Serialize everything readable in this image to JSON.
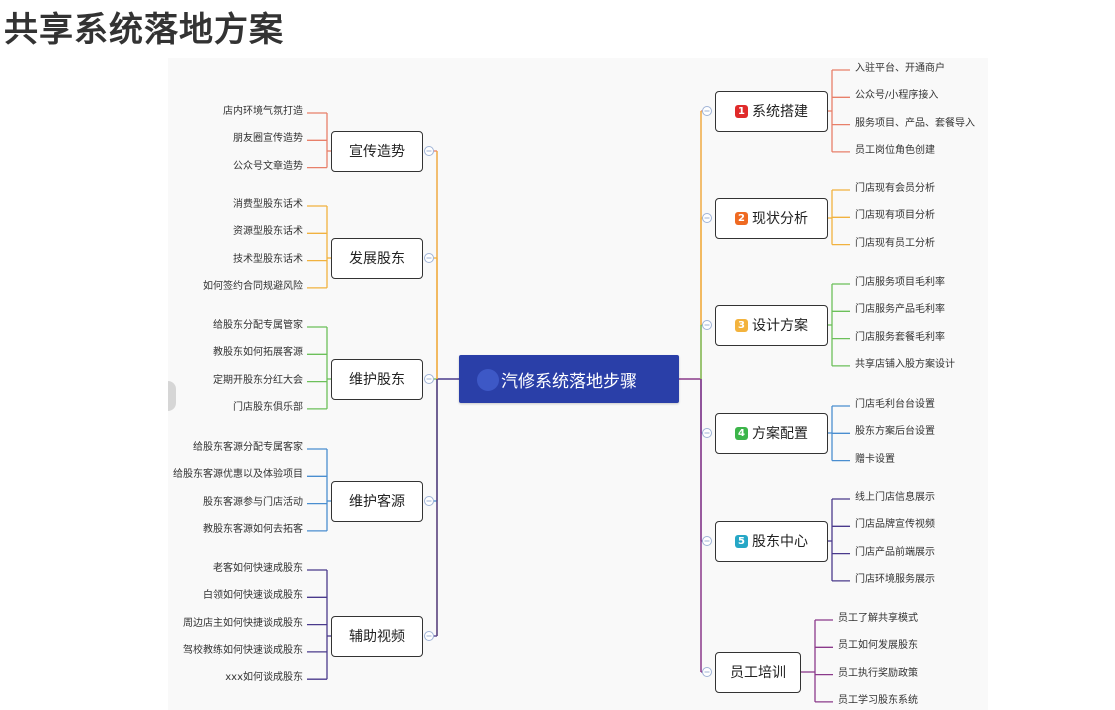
{
  "page_title": "共享系统落地方案",
  "root": {
    "label": "汽修系统落地步骤"
  },
  "left_branches": [
    {
      "label": "宣传造势",
      "color": "#e8806a",
      "children": [
        "店内环境气氛打造",
        "朋友圈宣传造势",
        "公众号文章造势"
      ]
    },
    {
      "label": "发展股东",
      "color": "#f1b23f",
      "children": [
        "消费型股东话术",
        "资源型股东话术",
        "技术型股东话术",
        "如何签约合同规避风险"
      ]
    },
    {
      "label": "维护股东",
      "color": "#6cc05a",
      "children": [
        "给股东分配专属管家",
        "教股东如何拓展客源",
        "定期开股东分红大会",
        "门店股东俱乐部"
      ]
    },
    {
      "label": "维护客源",
      "color": "#4a8ed0",
      "children": [
        "给股东客源分配专属客家",
        "给股东客源优惠以及体验项目",
        "股东客源参与门店活动",
        "教股东客源如何去拓客"
      ]
    },
    {
      "label": "辅助视频",
      "color": "#4a3a8c",
      "children": [
        "老客如何快速成股东",
        "白领如何快速谈成股东",
        "周边店主如何快捷谈成股东",
        "驾校教练如何快速谈成股东",
        "xxx如何谈成股东"
      ]
    }
  ],
  "right_branches": [
    {
      "num": "1",
      "label": "系统搭建",
      "num_color": "#e02a2a",
      "color": "#e8806a",
      "children": [
        "入驻平台、开通商户",
        "公众号/小程序接入",
        "服务项目、产品、套餐导入",
        "员工岗位角色创建"
      ]
    },
    {
      "num": "2",
      "label": "现状分析",
      "num_color": "#ef6a22",
      "color": "#f1b23f",
      "children": [
        "门店现有会员分析",
        "门店现有项目分析",
        "门店现有员工分析"
      ]
    },
    {
      "num": "3",
      "label": "设计方案",
      "num_color": "#f3b33d",
      "color": "#6cc05a",
      "children": [
        "门店服务项目毛利率",
        "门店服务产品毛利率",
        "门店服务套餐毛利率",
        "共享店铺入股方案设计"
      ]
    },
    {
      "num": "4",
      "label": "方案配置",
      "num_color": "#3cb54a",
      "color": "#4a8ed0",
      "children": [
        "门店毛利台台设置",
        "股东方案后台设置",
        "赠卡设置"
      ]
    },
    {
      "num": "5",
      "label": "股东中心",
      "num_color": "#26a7c6",
      "color": "#4a3a8c",
      "children": [
        "线上门店信息展示",
        "门店品牌宣传视频",
        "门店产品前端展示",
        "门店环境服务展示"
      ]
    },
    {
      "num": "",
      "label": "员工培训",
      "num_color": "",
      "color": "#8b3a8b",
      "children": [
        "员工了解共享模式",
        "员工如何发展股东",
        "员工执行奖励政策",
        "员工学习股东系统"
      ]
    }
  ]
}
